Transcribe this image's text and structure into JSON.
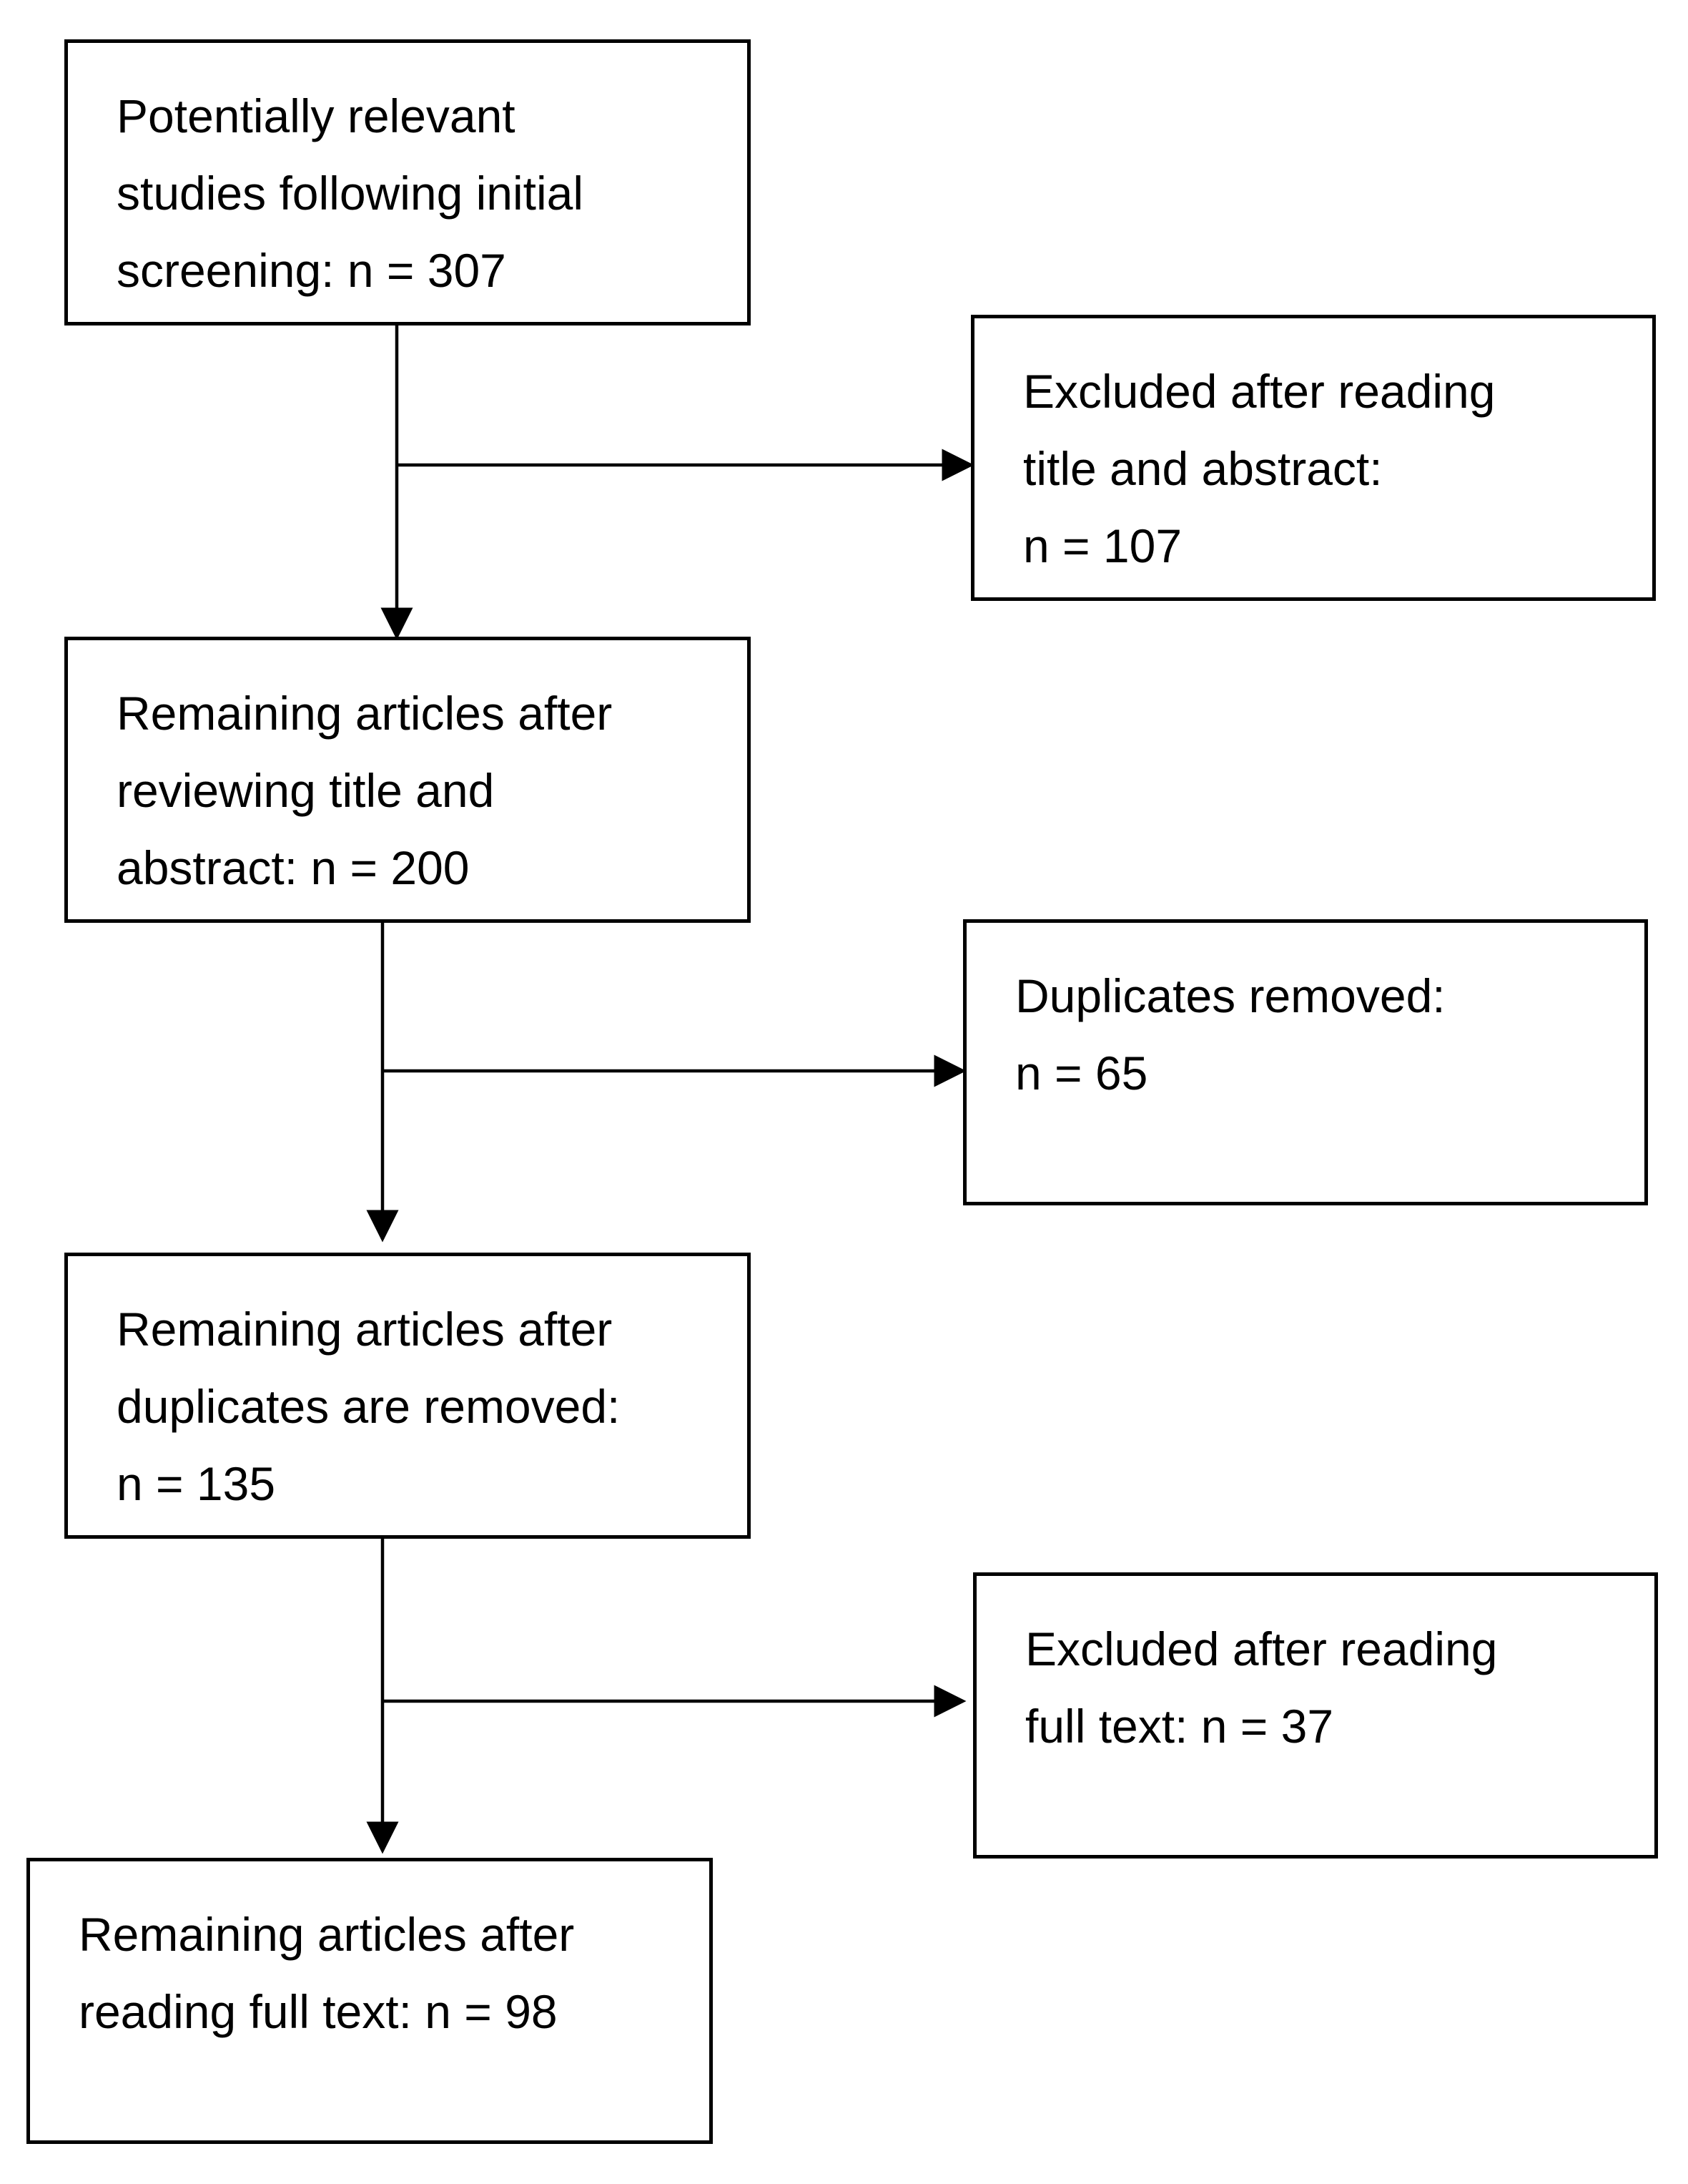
{
  "diagram": {
    "boxes": {
      "initial": {
        "lines": [
          "Potentially relevant",
          "studies following initial",
          "screening: n = 307"
        ]
      },
      "excluded_title_abstract": {
        "lines": [
          "Excluded after reading",
          "title and abstract:",
          "n = 107"
        ]
      },
      "remaining_after_title_abstract": {
        "lines": [
          "Remaining articles after",
          "reviewing title and",
          "abstract: n = 200"
        ]
      },
      "duplicates_removed": {
        "lines": [
          "Duplicates removed:",
          "n = 65"
        ]
      },
      "remaining_after_duplicates": {
        "lines": [
          "Remaining articles after",
          "duplicates are removed:",
          "n = 135"
        ]
      },
      "excluded_full_text": {
        "lines": [
          "Excluded after reading",
          "full text: n = 37"
        ]
      },
      "remaining_after_full_text": {
        "lines": [
          "Remaining articles after",
          "reading full text: n = 98"
        ]
      }
    },
    "colors": {
      "stroke": "#000000",
      "background": "#ffffff",
      "text": "#000000"
    }
  }
}
